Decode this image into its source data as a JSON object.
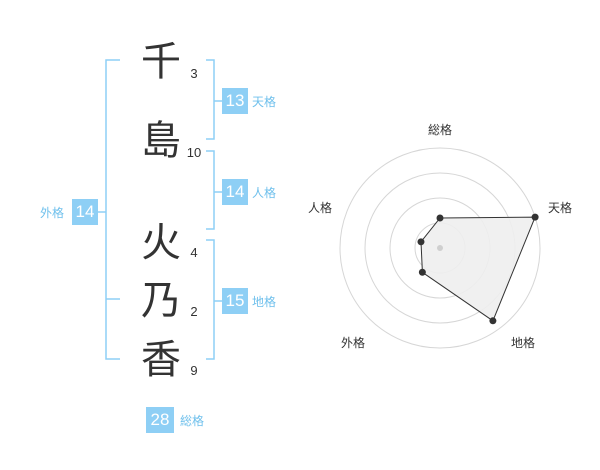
{
  "name": {
    "chars": [
      {
        "char": "千",
        "strokes": "3"
      },
      {
        "char": "島",
        "strokes": "10"
      },
      {
        "char": "火",
        "strokes": "4"
      },
      {
        "char": "乃",
        "strokes": "2"
      },
      {
        "char": "香",
        "strokes": "9"
      }
    ]
  },
  "fortune": {
    "tenkaku": {
      "value": "13",
      "label": "天格"
    },
    "jinkaku": {
      "value": "14",
      "label": "人格"
    },
    "chikaku": {
      "value": "15",
      "label": "地格"
    },
    "gaikaku": {
      "value": "14",
      "label": "外格"
    },
    "soukaku": {
      "value": "28",
      "label": "総格"
    }
  },
  "colors": {
    "accent": "#8ecff5",
    "accent_text": "#6fc0ec",
    "char_text": "#333333",
    "radar_fill": "#eeeeee"
  },
  "chart_data": {
    "type": "radar",
    "axes": [
      "総格",
      "天格",
      "地格",
      "外格",
      "人格"
    ],
    "values": [
      0.3,
      1.0,
      0.9,
      0.3,
      0.2
    ],
    "rings": 4,
    "grid": true
  }
}
